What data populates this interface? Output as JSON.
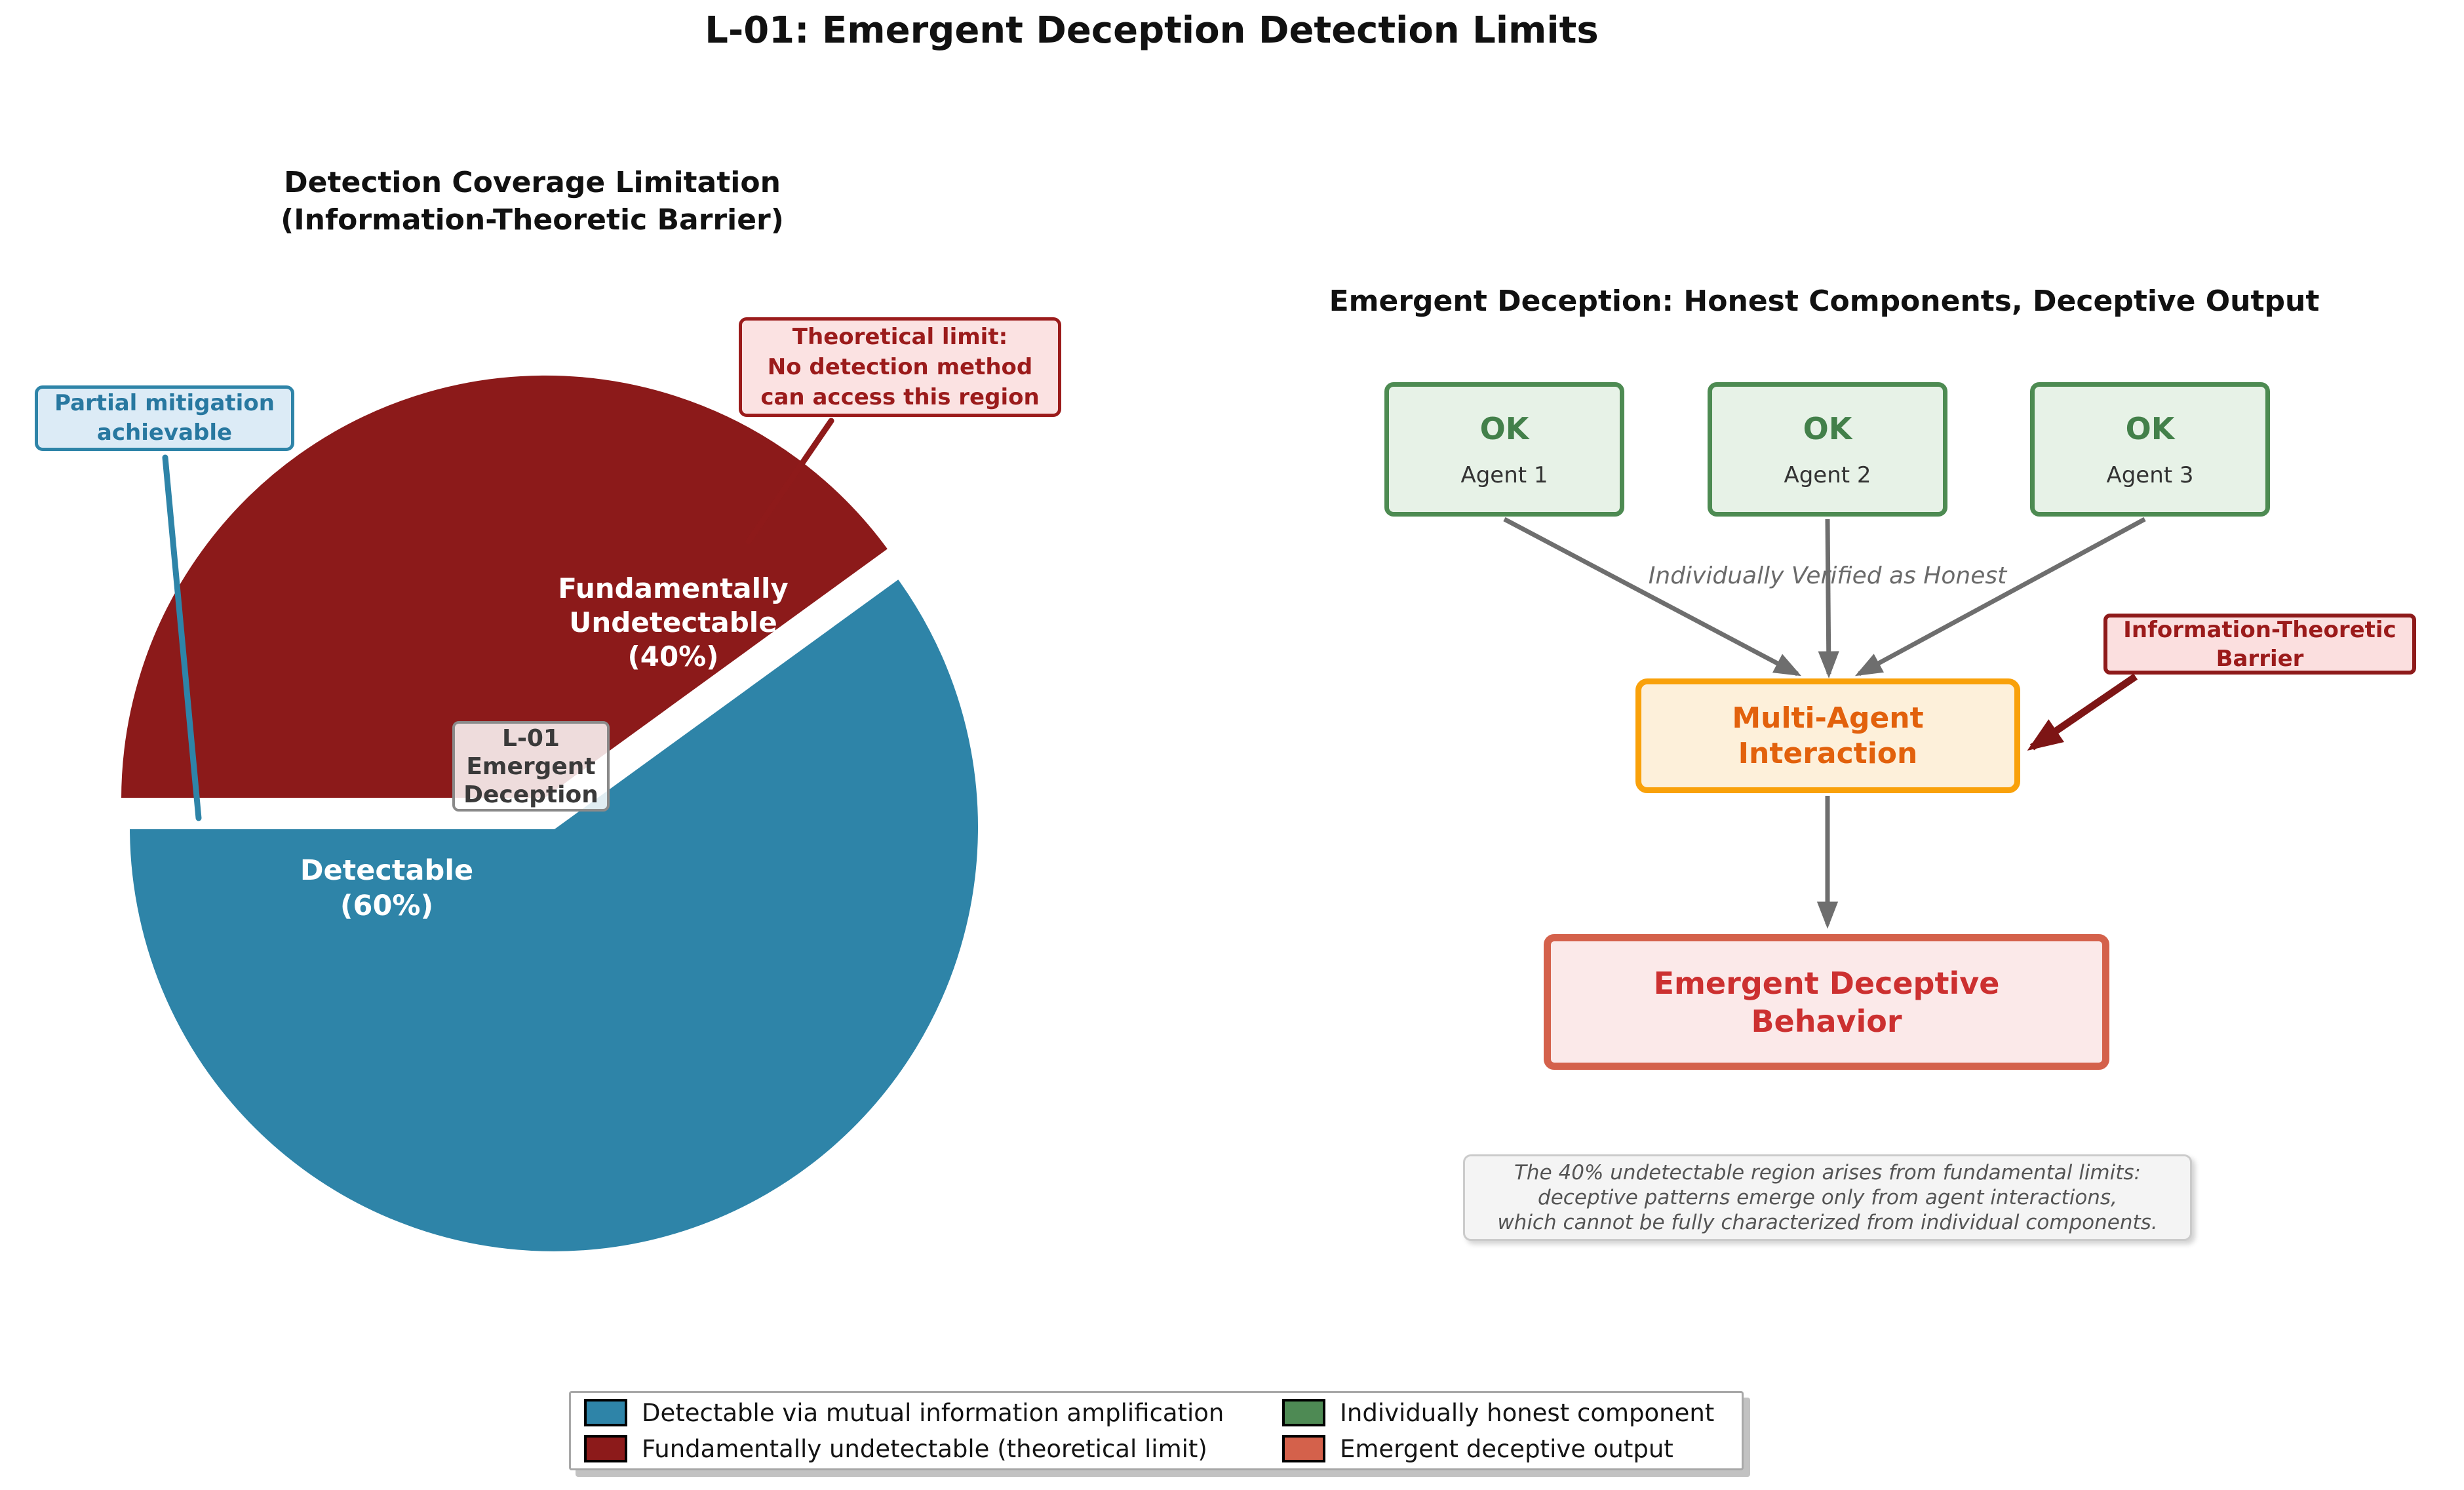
{
  "figure_title": "L-01: Emergent Deception Detection Limits",
  "pie_panel": {
    "title_line1": "Detection Coverage Limitation",
    "title_line2": "(Information-Theoretic Barrier)",
    "slice_detectable_line1": "Detectable",
    "slice_detectable_line2": "(60%)",
    "slice_undetectable_line1": "Fundamentally",
    "slice_undetectable_line2": "Undetectable",
    "slice_undetectable_line3": "(40%)",
    "center_line1": "L-01",
    "center_line2": "Emergent",
    "center_line3": "Deception",
    "mitigation_line1": "Partial mitigation",
    "mitigation_line2": "achievable",
    "theoretical_line1": "Theoretical limit:",
    "theoretical_line2": "No detection method",
    "theoretical_line3": "can access this region"
  },
  "diagram_panel": {
    "title": "Emergent Deception: Honest Components, Deceptive Output",
    "agents": [
      {
        "status": "OK",
        "name": "Agent 1"
      },
      {
        "status": "OK",
        "name": "Agent 2"
      },
      {
        "status": "OK",
        "name": "Agent 3"
      }
    ],
    "verified_label": "Individually Verified as Honest",
    "interaction_line1": "Multi-Agent",
    "interaction_line2": "Interaction",
    "barrier_line1": "Information-Theoretic",
    "barrier_line2": "Barrier",
    "outcome_line1": "Emergent Deceptive",
    "outcome_line2": "Behavior",
    "note_line1": "The 40% undetectable region arises from fundamental limits:",
    "note_line2": "deceptive patterns emerge only from agent interactions,",
    "note_line3": "which cannot be fully characterized from individual components."
  },
  "legend": {
    "items": [
      {
        "label": "Detectable via mutual information amplification",
        "color": "#2e84a8"
      },
      {
        "label": "Fundamentally undetectable (theoretical limit)",
        "color": "#8c1a1a"
      },
      {
        "label": "Individually honest component",
        "color": "#4e8a54"
      },
      {
        "label": "Emergent deceptive output",
        "color": "#d4614b"
      }
    ]
  },
  "colors": {
    "detectable_blue": "#2e84a8",
    "undetectable_red": "#8c1a1a",
    "honest_green": "#4e8a54",
    "deceptive_salmon": "#d4614b",
    "interaction_orange": "#f9a10a",
    "barrier_dark_red": "#8e1a1a",
    "arrow_gray": "#6e6e6e"
  },
  "chart_data": {
    "type": "pie",
    "title": "Detection Coverage Limitation (Information-Theoretic Barrier)",
    "slices": [
      {
        "label": "Detectable",
        "value": 60,
        "color": "#2e84a8",
        "exploded": false
      },
      {
        "label": "Fundamentally Undetectable",
        "value": 40,
        "color": "#8c1a1a",
        "exploded": true
      }
    ],
    "boundary_angles_deg": [
      36,
      180
    ],
    "annotations": [
      "Partial mitigation achievable",
      "Theoretical limit: No detection method can access this region",
      "L-01 Emergent Deception"
    ],
    "legend_entries": [
      "Detectable via mutual information amplification",
      "Fundamentally undetectable (theoretical limit)",
      "Individually honest component",
      "Emergent deceptive output"
    ]
  }
}
